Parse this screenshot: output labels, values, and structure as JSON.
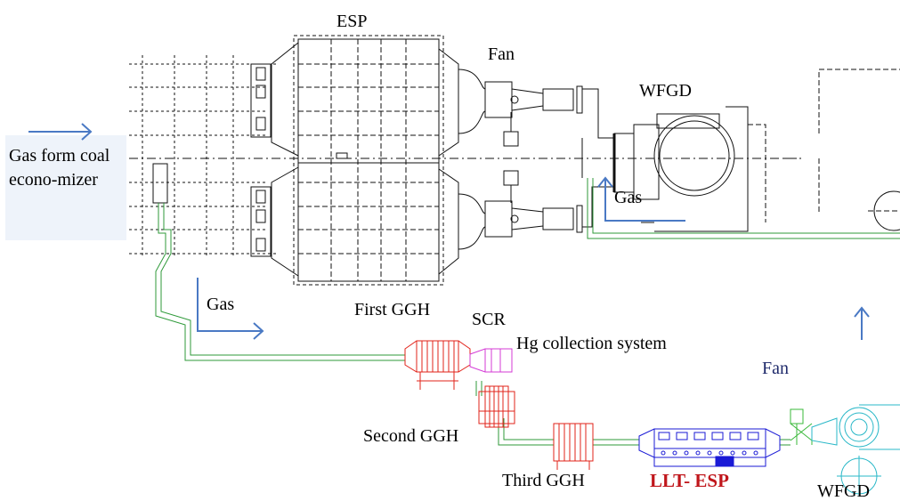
{
  "labels": {
    "esp": "ESP",
    "fan_top": "Fan",
    "wfgd_top": "WFGD",
    "gas_inlet": "Gas form coal econo-mizer",
    "gas_mid": "Gas",
    "gas_lower": "Gas",
    "first_ggh": "First GGH",
    "scr": "SCR",
    "hg": "Hg collection system",
    "fan_lower": "Fan",
    "second_ggh": "Second GGH",
    "third_ggh": "Third GGH",
    "llt_esp": "LLT- ESP",
    "wfgd_lower": "WFGD"
  },
  "colors": {
    "drawing": "#111111",
    "arrow": "#4a79c4",
    "pipe": "#2f9a3a",
    "ggh": "#e2231a",
    "hg_unit": "#d43bd6",
    "llt_esp": "#1a1ad6",
    "fan_unit": "#3ab83a",
    "wfgd_unit": "#2ab8c8",
    "llt_label": "#c0161b",
    "fan_label": "#1f2a6b",
    "inlet_box": "#eef3fa"
  }
}
